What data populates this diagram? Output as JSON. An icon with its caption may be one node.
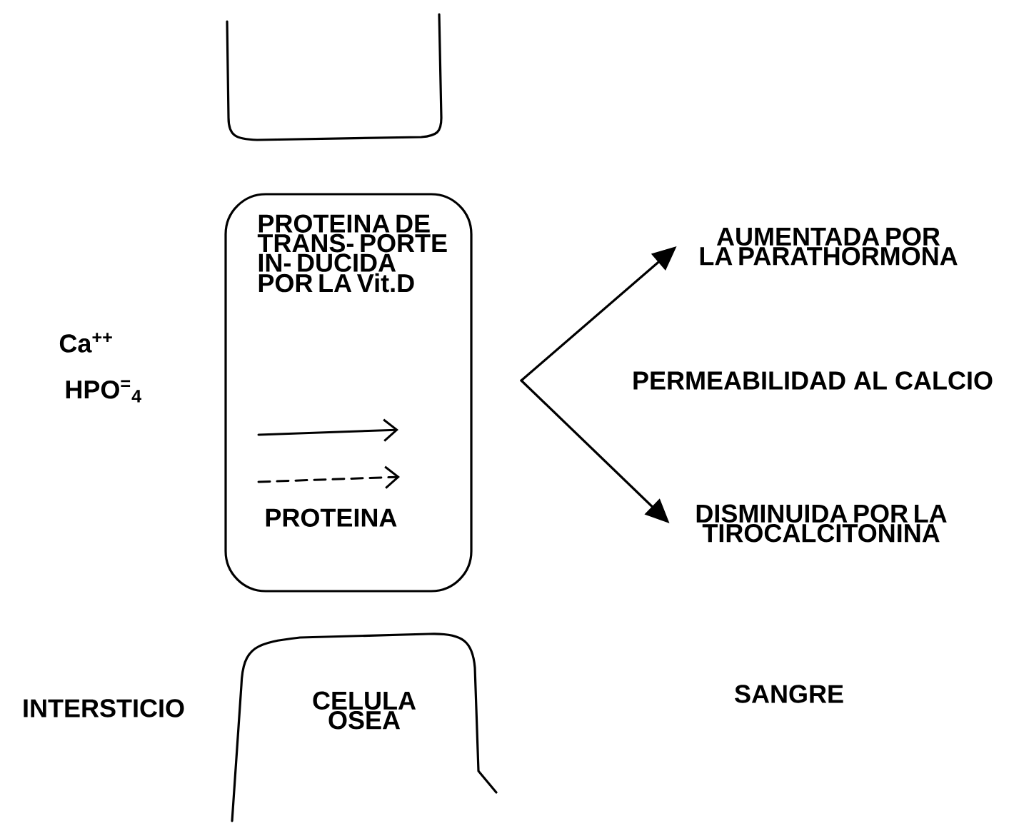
{
  "diagram": {
    "nodes": [
      {
        "text": [],
        "shape": "box"
      },
      {
        "text": [
          "PROTEINA DE TRANS- PORTE IN- DUCIDA POR LA Vit.D",
          "PROTEINA"
        ]
      },
      {
        "text": [
          "CELULA OSEA"
        ]
      },
      {
        "text": [
          "AUMENTADA POR LA PARATHORMONA"
        ]
      },
      {
        "text": [
          "DISMINUIDA POR LA TIROCALCITONINA"
        ]
      }
    ],
    "edges": [
      {
        "from": null,
        "to": 3,
        "arrow": "to"
      },
      {
        "from": null,
        "to": 4,
        "arrow": "to"
      }
    ],
    "labels": [
      "Ca$^{++}$",
      "HPO$^{=}$$_{4}$",
      "PERMEABILIDAD AL CALCIO",
      "INTERSTICIO",
      "SANGRE"
    ]
  }
}
